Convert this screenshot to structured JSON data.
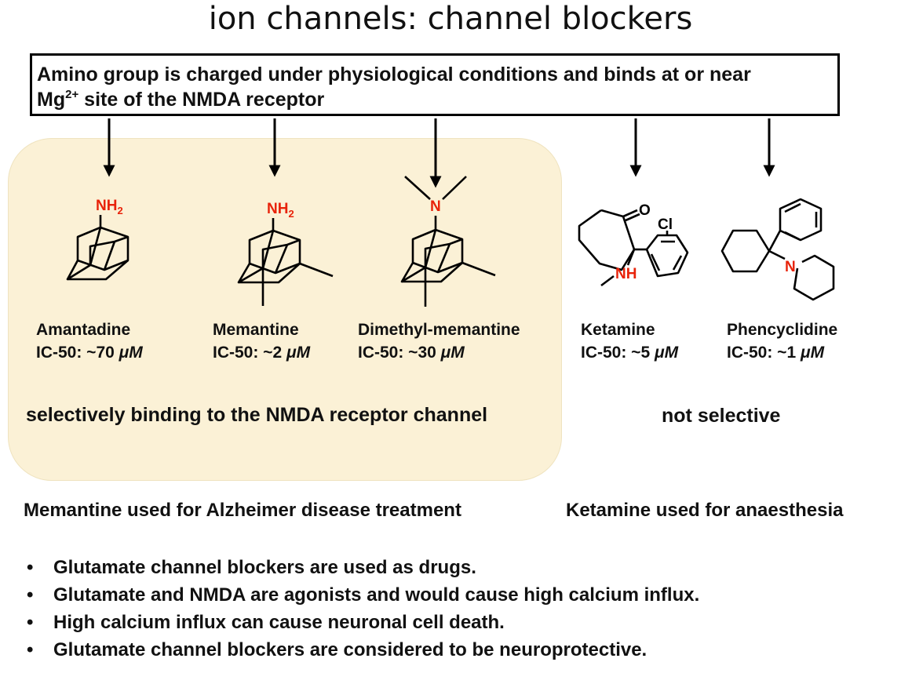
{
  "title": "ion channels: channel blockers",
  "header": {
    "text_part1": "Amino group is charged under physiological conditions and binds at or near",
    "mg": "Mg",
    "mg_charge": "2+",
    "text_part2": " site of the NMDA receptor"
  },
  "drugs": [
    {
      "name": "Amantadine",
      "ic50_prefix": "IC-50: ~70 ",
      "unit": "μM",
      "group": "NH2",
      "nitrogen_color": "#e8230a"
    },
    {
      "name": "Memantine",
      "ic50_prefix": "IC-50: ~2 ",
      "unit": "μM",
      "group": "NH2",
      "nitrogen_color": "#e8230a"
    },
    {
      "name": "Dimethyl-memantine",
      "ic50_prefix": "IC-50: ~30 ",
      "unit": "μM",
      "group": "N",
      "nitrogen_color": "#e8230a"
    },
    {
      "name": "Ketamine",
      "ic50_prefix": "IC-50: ~5 ",
      "unit": "μM",
      "group": "NH",
      "nitrogen_color": "#e8230a"
    },
    {
      "name": "Phencyclidine",
      "ic50_prefix": "IC-50: ~1 ",
      "unit": "μM",
      "group": "N",
      "nitrogen_color": "#e8230a"
    }
  ],
  "atoms": {
    "nh2": "NH",
    "nh2_sub": "2",
    "n": "N",
    "nh": "NH",
    "o": "O",
    "cl": "Cl"
  },
  "selective_caption": "selectively binding to the NMDA receptor channel",
  "nonselective_caption": "not selective",
  "uses": {
    "memantine": "Memantine used for Alzheimer disease treatment",
    "ketamine": "Ketamine used for anaesthesia"
  },
  "bullets": [
    "Glutamate channel blockers are used as drugs.",
    "Glutamate and NMDA are agonists and would cause high calcium influx.",
    "High calcium influx can cause neuronal cell death.",
    "Glutamate channel blockers are considered to be neuroprotective."
  ],
  "bullet_symbol": "•",
  "colors": {
    "panel": "#fbf1d6",
    "heteroatom": "#e8230a",
    "ink": "#000000"
  }
}
